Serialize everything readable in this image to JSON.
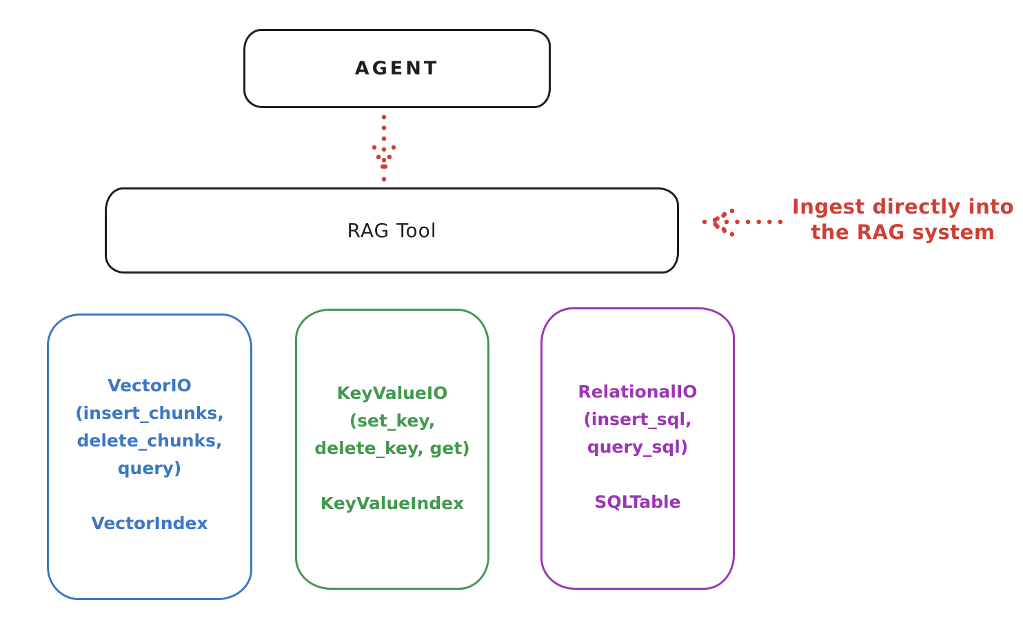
{
  "diagram": {
    "title_hint": "RAG Tool architecture sketch",
    "agent": {
      "label": "AGENT"
    },
    "rag_tool": {
      "label": "RAG Tool"
    },
    "annotation": {
      "line1": "Ingest directly into",
      "line2": "the RAG system",
      "color": "#cf3f36"
    },
    "arrows": [
      {
        "name": "agent-to-rag-arrow",
        "style": "dotted",
        "color": "#cf3f36",
        "direction": "down"
      },
      {
        "name": "annotation-to-rag-arrow",
        "style": "dotted",
        "color": "#cf3f36",
        "direction": "left"
      }
    ],
    "stores": [
      {
        "id": "vector",
        "color": "#3b78c4",
        "line1": "VectorIO",
        "line2": "(insert_chunks,",
        "line3": "delete_chunks,",
        "line4": "query)",
        "index_name": "VectorIndex"
      },
      {
        "id": "keyvalue",
        "color": "#42994d",
        "line1": "KeyValueIO",
        "line2": "(set_key,",
        "line3": "delete_key, get)",
        "index_name": "KeyValueIndex"
      },
      {
        "id": "relational",
        "color": "#9c36b5",
        "line1": "RelationalIO",
        "line2": "(insert_sql,",
        "line3": "query_sql)",
        "index_name": "SQLTable"
      }
    ],
    "box_border_color": "#1e1e1e",
    "background_color": "#ffffff"
  }
}
